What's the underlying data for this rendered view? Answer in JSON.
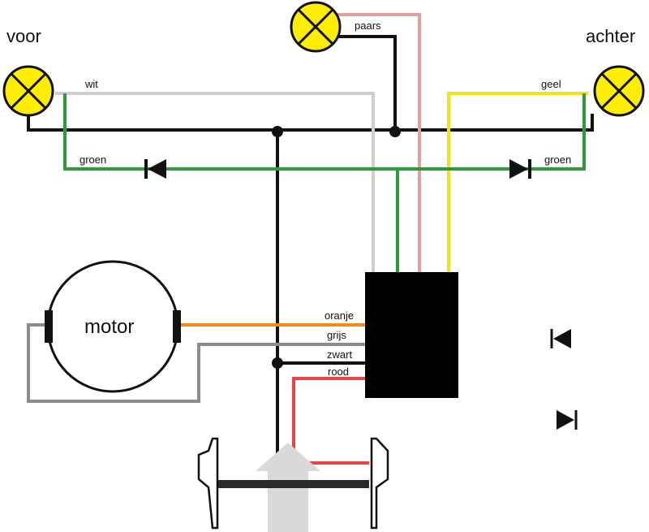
{
  "labels": {
    "front": "voor",
    "rear": "achter",
    "motor": "motor"
  },
  "wires": {
    "wit": "wit",
    "paars": "paars",
    "geel": "geel",
    "groen_left": "groen",
    "groen_right": "groen",
    "oranje": "oranje",
    "grijs": "grijs",
    "zwart": "zwart",
    "rood": "rood"
  },
  "colors": {
    "black": "#111111",
    "white_wire": "#cfcfcf",
    "purple_wire": "#e0a0a0",
    "yellow_wire": "#f2e21a",
    "green_wire": "#2e9a3a",
    "orange_wire": "#f28a1e",
    "grey_wire": "#8c8c8c",
    "red_wire": "#e84545",
    "lamp_fill": "#ffee00"
  },
  "icons": {
    "lamp": "lamp-icon",
    "diode": "diode-icon",
    "decoder": "decoder-block",
    "wheelset": "wheelset-icon"
  }
}
